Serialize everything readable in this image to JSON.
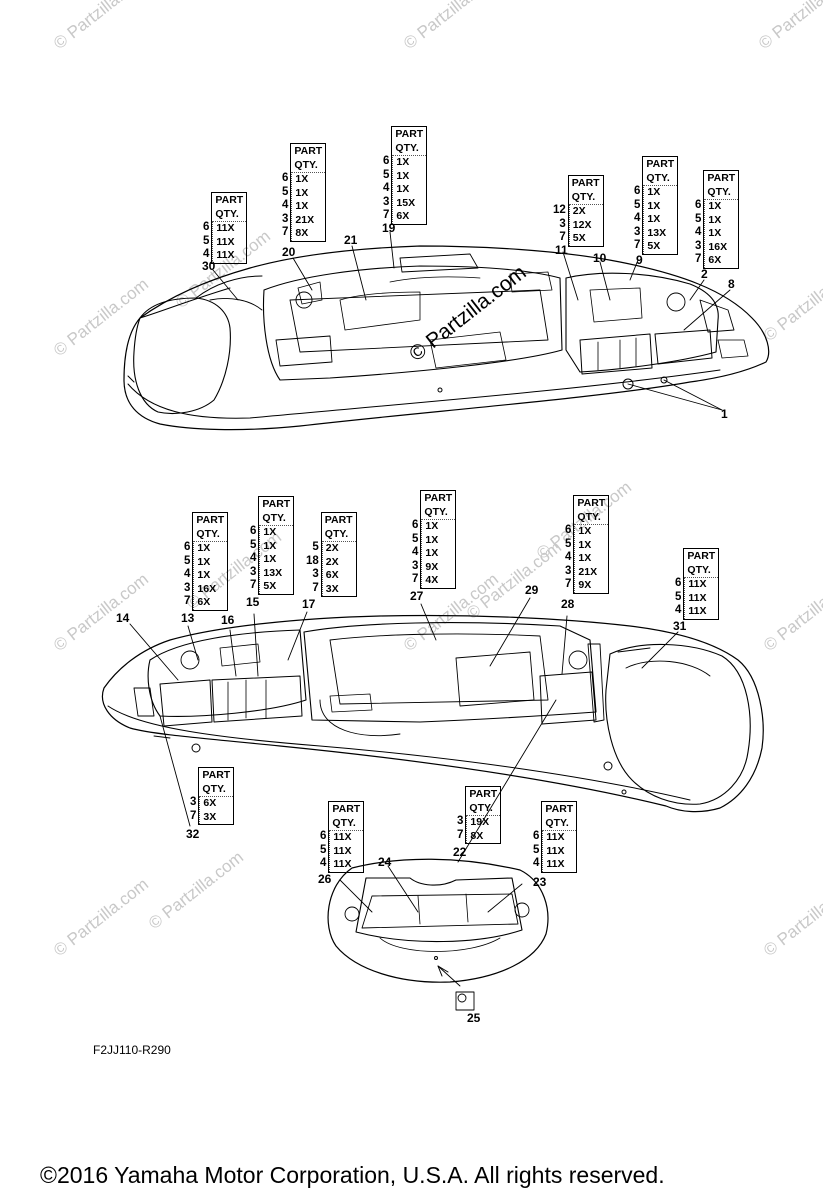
{
  "watermark": "© Partzilla.com",
  "watermark_center": "© Partzilla.com",
  "diagram_code": "F2JJ110-R290",
  "copyright": "©2016 Yamaha Motor Corporation, U.S.A. All rights reserved.",
  "qty_tables": [
    {
      "part": "PART",
      "qty": "QTY.",
      "refs": [
        "6",
        "5",
        "4"
      ],
      "vals": [
        "11X",
        "11X",
        "11X"
      ]
    },
    {
      "part": "PART",
      "qty": "QTY.",
      "refs": [
        "6",
        "5",
        "4",
        "3",
        "7"
      ],
      "vals": [
        "1X",
        "1X",
        "1X",
        "21X",
        "8X"
      ]
    },
    {
      "part": "PART",
      "qty": "QTY.",
      "refs": [
        "6",
        "5",
        "4",
        "3",
        "7"
      ],
      "vals": [
        "1X",
        "1X",
        "1X",
        "15X",
        "6X"
      ]
    },
    {
      "part": "PART",
      "qty": "QTY.",
      "refs": [
        "12",
        "3",
        "7"
      ],
      "vals": [
        "2X",
        "12X",
        "5X"
      ]
    },
    {
      "part": "PART",
      "qty": "QTY.",
      "refs": [
        "6",
        "5",
        "4",
        "3",
        "7"
      ],
      "vals": [
        "1X",
        "1X",
        "1X",
        "13X",
        "5X"
      ]
    },
    {
      "part": "PART",
      "qty": "QTY.",
      "refs": [
        "6",
        "5",
        "4",
        "3",
        "7"
      ],
      "vals": [
        "1X",
        "1X",
        "1X",
        "16X",
        "6X"
      ]
    },
    {
      "part": "PART",
      "qty": "QTY.",
      "refs": [
        "6",
        "5",
        "4",
        "3",
        "7"
      ],
      "vals": [
        "1X",
        "1X",
        "1X",
        "16X",
        "6X"
      ]
    },
    {
      "part": "PART",
      "qty": "QTY.",
      "refs": [
        "6",
        "5",
        "4",
        "3",
        "7"
      ],
      "vals": [
        "1X",
        "1X",
        "1X",
        "13X",
        "5X"
      ]
    },
    {
      "part": "PART",
      "qty": "QTY.",
      "refs": [
        "5",
        "18",
        "3",
        "7"
      ],
      "vals": [
        "2X",
        "2X",
        "6X",
        "3X"
      ]
    },
    {
      "part": "PART",
      "qty": "QTY.",
      "refs": [
        "6",
        "5",
        "4",
        "3",
        "7"
      ],
      "vals": [
        "1X",
        "1X",
        "1X",
        "9X",
        "4X"
      ]
    },
    {
      "part": "PART",
      "qty": "QTY.",
      "refs": [
        "6",
        "5",
        "4",
        "3",
        "7"
      ],
      "vals": [
        "1X",
        "1X",
        "1X",
        "21X",
        "9X"
      ]
    },
    {
      "part": "PART",
      "qty": "QTY.",
      "refs": [
        "6",
        "5",
        "4"
      ],
      "vals": [
        "11X",
        "11X",
        "11X"
      ]
    },
    {
      "part": "PART",
      "qty": "QTY.",
      "refs": [
        "3",
        "7"
      ],
      "vals": [
        "6X",
        "3X"
      ]
    },
    {
      "part": "PART",
      "qty": "QTY.",
      "refs": [
        "6",
        "5",
        "4"
      ],
      "vals": [
        "11X",
        "11X",
        "11X"
      ]
    },
    {
      "part": "PART",
      "qty": "QTY.",
      "refs": [
        "3",
        "7"
      ],
      "vals": [
        "19X",
        "8X"
      ]
    },
    {
      "part": "PART",
      "qty": "QTY.",
      "refs": [
        "6",
        "5",
        "4"
      ],
      "vals": [
        "11X",
        "11X",
        "11X"
      ]
    }
  ],
  "callouts": [
    "30",
    "20",
    "21",
    "19",
    "11",
    "10",
    "9",
    "2",
    "8",
    "1",
    "14",
    "13",
    "16",
    "15",
    "17",
    "27",
    "29",
    "28",
    "31",
    "32",
    "26",
    "24",
    "22",
    "23",
    "25"
  ]
}
